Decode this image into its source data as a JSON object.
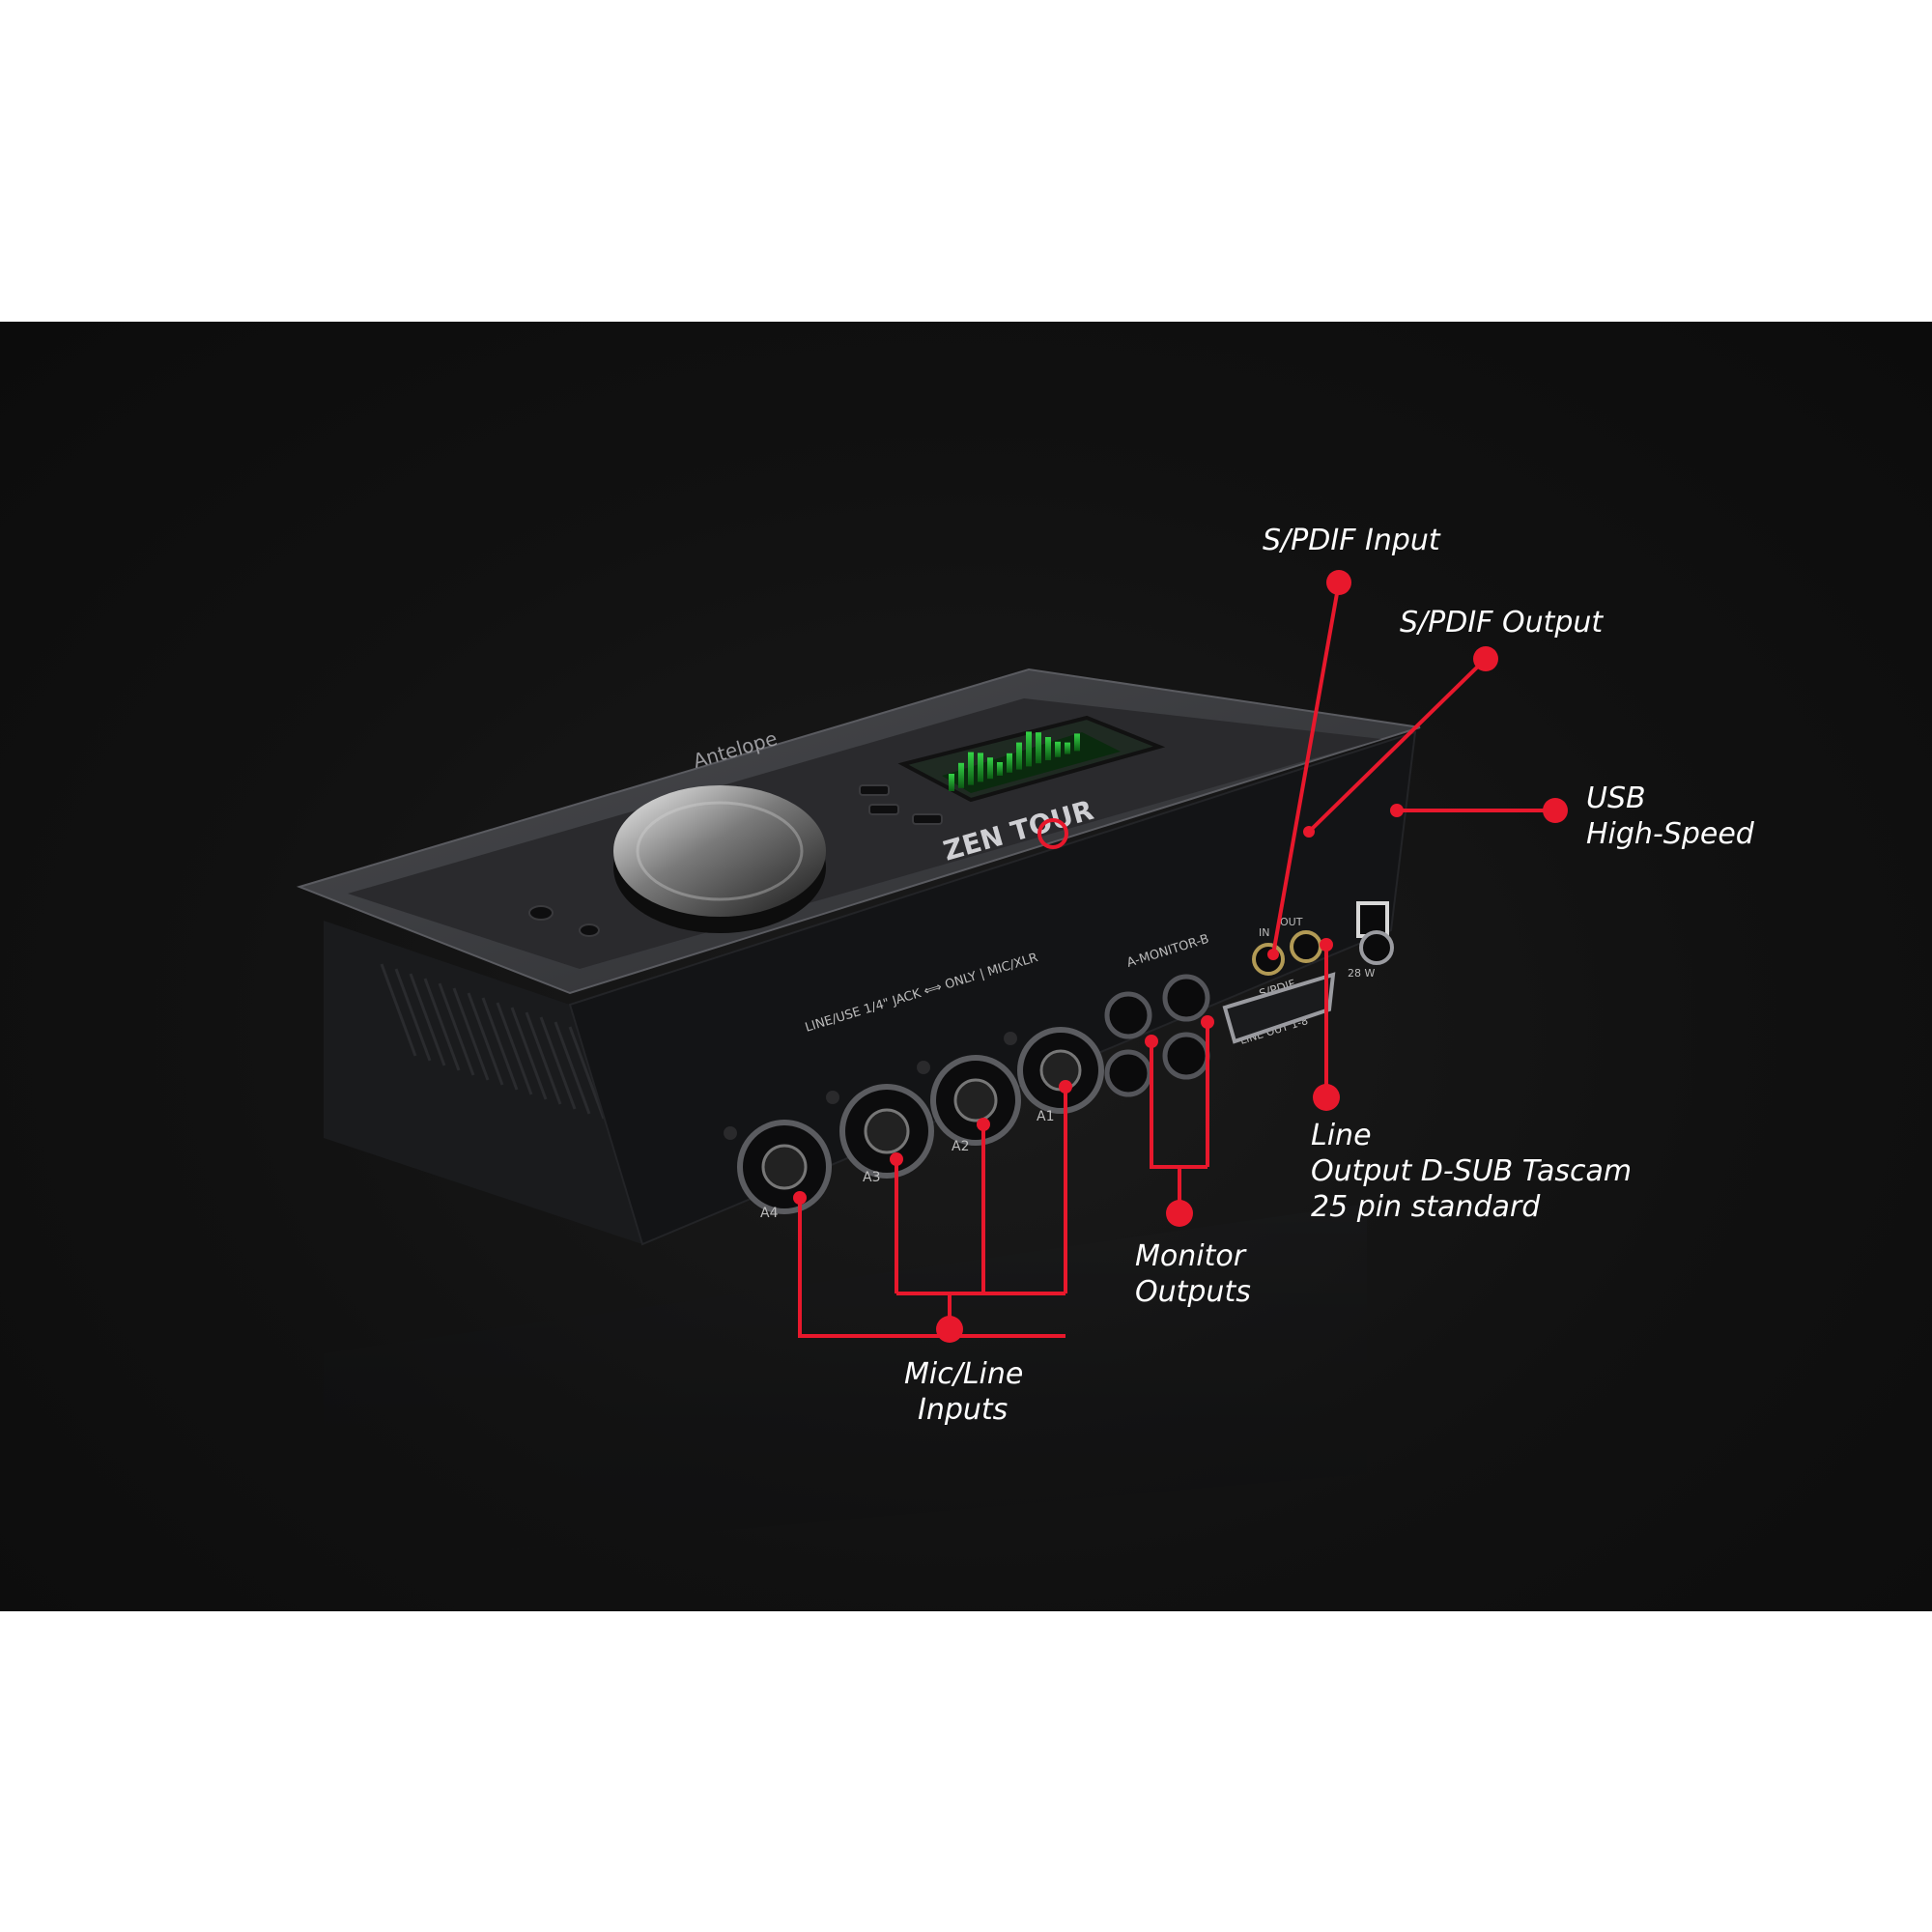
{
  "device": {
    "brand": "Antelope",
    "model": "ZEN TOUR",
    "jack_label": "LINE/USE 1/4\" JACK ⟺ ONLY | MIC/XLR",
    "monitor_label": "A-MONITOR-B",
    "spdif_label": "S/PDIF",
    "spdif_in": "IN",
    "spdif_out": "OUT",
    "dsub_label": "LINE OUT 1-8",
    "power_label": "28 W",
    "inputs": [
      "A1",
      "A2",
      "A3",
      "A4"
    ]
  },
  "callouts": {
    "spdif_input": "S/PDIF Input",
    "spdif_output": "S/PDIF Output",
    "usb": [
      "USB",
      "High-Speed"
    ],
    "line_output": [
      "Line",
      "Output D-SUB Tascam",
      "25 pin standard"
    ],
    "monitor_outputs": [
      "Monitor",
      "Outputs"
    ],
    "mic_line_inputs": [
      "Mic/Line",
      "Inputs"
    ]
  },
  "colors": {
    "accent": "#e8182c",
    "background": "#111111",
    "label": "#ffffff",
    "meter": "#27c23a"
  }
}
